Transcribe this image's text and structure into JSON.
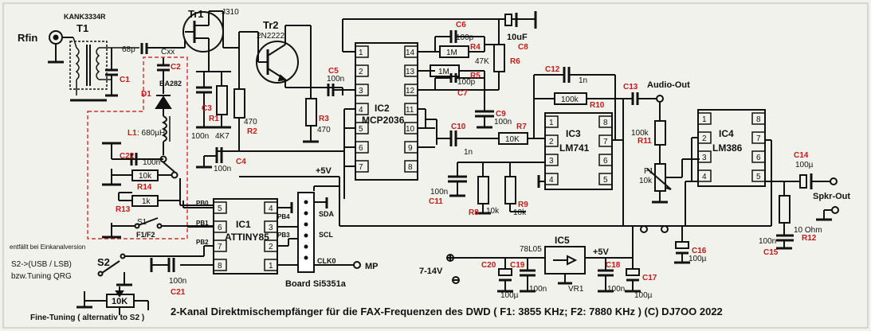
{
  "title": "2-Kanal Direktmischempfänger für die FAX-Frequenzen des DWD ( F1: 3855 KHz; F2: 7880 KHz )  (C) DJ7OO 2022",
  "inputs": {
    "rfin": "Rfin",
    "kank": "KANK3334R",
    "t1": "T1"
  },
  "transistors": {
    "tr1": "Tr1",
    "tr1_type": "J310",
    "tr2": "Tr2",
    "tr2_type": "2N2222"
  },
  "ics": {
    "ic1": {
      "name": "IC1",
      "type": "ATTINY85",
      "pins_left": [
        "5",
        "6",
        "7",
        "8"
      ],
      "pins_right": [
        "4",
        "3",
        "2",
        "1"
      ]
    },
    "ic2": {
      "name": "IC2",
      "type": "MCP2036",
      "pins_left": [
        "1",
        "2",
        "3",
        "4",
        "5",
        "6",
        "7"
      ],
      "pins_right": [
        "14",
        "13",
        "12",
        "11",
        "10",
        "9",
        "8"
      ]
    },
    "ic3": {
      "name": "IC3",
      "type": "LM741",
      "pins_left": [
        "1",
        "2",
        "3",
        "4"
      ],
      "pins_right": [
        "8",
        "7",
        "6",
        "5"
      ]
    },
    "ic4": {
      "name": "IC4",
      "type": "LM386",
      "pins_left": [
        "1",
        "2",
        "3",
        "4"
      ],
      "pins_right": [
        "8",
        "7",
        "6",
        "5"
      ]
    },
    "ic5": {
      "name": "IC5",
      "type": "78L05",
      "vr": "VR1"
    }
  },
  "component_refs": {
    "c1": "C1",
    "c2": "C2",
    "c3": "C3",
    "c4": "C4",
    "c5": "C5",
    "c6": "C6",
    "c7": "C7",
    "c8": "C8",
    "c9": "C9",
    "c10": "C10",
    "c11": "C11",
    "c12": "C12",
    "c13": "C13",
    "c14": "C14",
    "c15": "C15",
    "c16": "C16",
    "c17": "C17",
    "c18": "C18",
    "c19": "C19",
    "c20": "C20",
    "c21": "C21",
    "c22": "C22",
    "r1": "R1",
    "r2": "R2",
    "r3": "R3",
    "r4": "R4",
    "r5": "R5",
    "r6": "R6",
    "r7": "R7",
    "r8": "R8",
    "r9": "R9",
    "r10": "R10",
    "r11": "R11",
    "r12": "R12",
    "r13": "R13",
    "r14": "R14",
    "d1": "D1",
    "l1": "L1",
    "s1": "S1",
    "s2": "S2",
    "p1": "P1"
  },
  "component_values": {
    "c1": "68p",
    "cxx": "Cxx",
    "ba282": "BA282",
    "l1": ": 680µH",
    "c22": "100n",
    "r14": "10k",
    "r13": "1k",
    "s1": "F1/F2",
    "c3": "100n",
    "r1": "4K7",
    "r2": "470",
    "r3": "470",
    "c4": "100n",
    "c5": "100n",
    "c6": "100p",
    "r4": "1M",
    "r5": "1M",
    "c7": "100p",
    "r6": "47K",
    "c8": "10uF",
    "c9": "100n",
    "c12": "1n",
    "r10": "100k",
    "r7": "10K",
    "c10": "1n",
    "c11": "100n",
    "r8": "10k",
    "r9": "10k",
    "r11": "100k",
    "p1": "10k",
    "c14": "100µ",
    "r12": "10 Ohm",
    "c15": "100n",
    "c16": "100µ",
    "c21": "100n",
    "c20": "100µ",
    "c19": "100n",
    "c18": "100n",
    "c17": "100µ",
    "pot": "10K"
  },
  "nets": {
    "plus5v_a": "+5V",
    "plus5v_b": "+5V",
    "supply": "7-14V",
    "audio_out": "Audio-Out",
    "spkr_out": "Spkr-Out",
    "mp": "MP",
    "pb0": "PB0",
    "pb1": "PB1",
    "pb2": "PB2",
    "pb3": "PB3",
    "pb4": "PB4",
    "sda": "SDA",
    "scl": "SCL",
    "clk0": "CLK0",
    "board": "Board Si5351a"
  },
  "notes": {
    "einkanal": "entfällt bei Einkanalversion",
    "s2_line": "S2->(USB / LSB)",
    "tuning": "bzw.Tuning QRG",
    "fine": "Fine-Tuning ( alternativ to S2 )"
  },
  "colors": {
    "ink": "#111111",
    "ref_red": "#c81818",
    "paper": "#f2f2ec",
    "dashed_box": "#d03030"
  }
}
